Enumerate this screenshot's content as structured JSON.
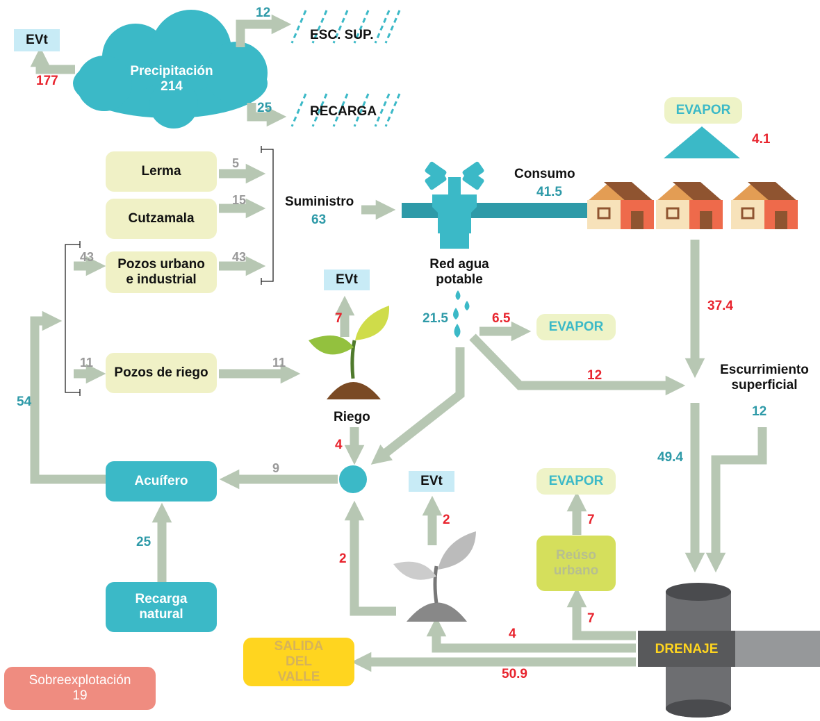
{
  "precip": {
    "label": "Precipitación",
    "value": "214"
  },
  "evt_top": {
    "label": "EVt",
    "value": "177"
  },
  "esc_sup": {
    "label": "ESC. SUP.",
    "value": "12"
  },
  "recarga": {
    "label": "RECARGA",
    "value": "25"
  },
  "sources": [
    {
      "label": "Lerma",
      "value": "5"
    },
    {
      "label": "Cutzamala",
      "value": "15"
    },
    {
      "label": "Pozos urbano e industrial",
      "value": "43",
      "in_value": "43"
    },
    {
      "label": "Pozos de riego",
      "value": "11",
      "in_value": "11"
    }
  ],
  "suministro": {
    "label": "Suministro",
    "value": "63"
  },
  "consumo": {
    "label": "Consumo",
    "value": "41.5"
  },
  "red": {
    "label": "Red agua potable"
  },
  "evapor_top": {
    "label": "EVAPOR",
    "value": "4.1"
  },
  "evapor_mid": {
    "label": "EVAPOR",
    "value": "6.5"
  },
  "leak_value": "21.5",
  "red_to_escurr": "12",
  "house_to_escurr": "37.4",
  "escurr": {
    "label": "Escurrimiento superficial",
    "value": "12"
  },
  "escurr_down": "49.4",
  "riego": {
    "label": "Riego",
    "evt_label": "EVt",
    "evt_value": "7",
    "to_node": "4"
  },
  "node_to_acuifero": "9",
  "acuifero": {
    "label": "Acuífero",
    "up_value": "54"
  },
  "recarga_natural": {
    "label": "Recarga natural",
    "value": "25"
  },
  "plant2": {
    "evt_label": "EVt",
    "evt_value": "2",
    "to_node": "2"
  },
  "reuso": {
    "label": "Reúso urbano",
    "evapor_label": "EVAPOR",
    "evapor_value": "7",
    "in_value": "7"
  },
  "drenaje": {
    "label": "DRENAJE",
    "to_plant": "4",
    "to_salida": "50.9"
  },
  "salida": {
    "label": "SALIDA DEL VALLE"
  },
  "sobre": {
    "label": "Sobreexplotación",
    "value": "19"
  },
  "colors": {
    "teal": "#3bb9c7",
    "arrow": "#b7c7b3",
    "red": "#e8232d",
    "yellow": "#ffd51f",
    "salmon": "#ef8c80",
    "cream": "#f0f1c6",
    "lime": "#d5df5c"
  }
}
